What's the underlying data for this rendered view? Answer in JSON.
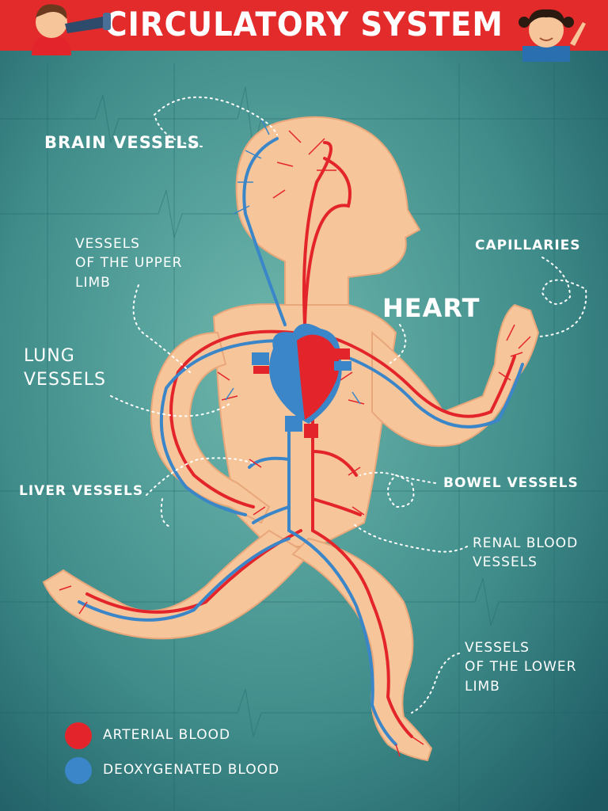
{
  "title": "CIRCULATORY SYSTEM",
  "labels": {
    "brain_vessels": "BRAIN VESSELS",
    "upper_limb_l1": "VESSELS",
    "upper_limb_l2": "OF THE UPPER",
    "upper_limb_l3": "LIMB",
    "capillaries": "CAPILLARIES",
    "heart": "HEART",
    "lung_l1": "LUNG",
    "lung_l2": "VESSELS",
    "liver_vessels": "LIVER VESSELS",
    "bowel_vessels": "BOWEL VESSELS",
    "renal_l1": "RENAL BLOOD",
    "renal_l2": "VESSELS",
    "lower_limb_l1": "VESSELS",
    "lower_limb_l2": "OF THE LOWER",
    "lower_limb_l3": "LIMB"
  },
  "legend": [
    {
      "label": "ARTERIAL BLOOD",
      "color": "#e3252b"
    },
    {
      "label": "DEOXYGENATED BLOOD",
      "color": "#3a86c8"
    }
  ],
  "colors": {
    "banner": "#e32b2b",
    "background": "#3f8c8a",
    "body": "#f7c59a",
    "arterial": "#e3252b",
    "venous": "#3a86c8"
  }
}
